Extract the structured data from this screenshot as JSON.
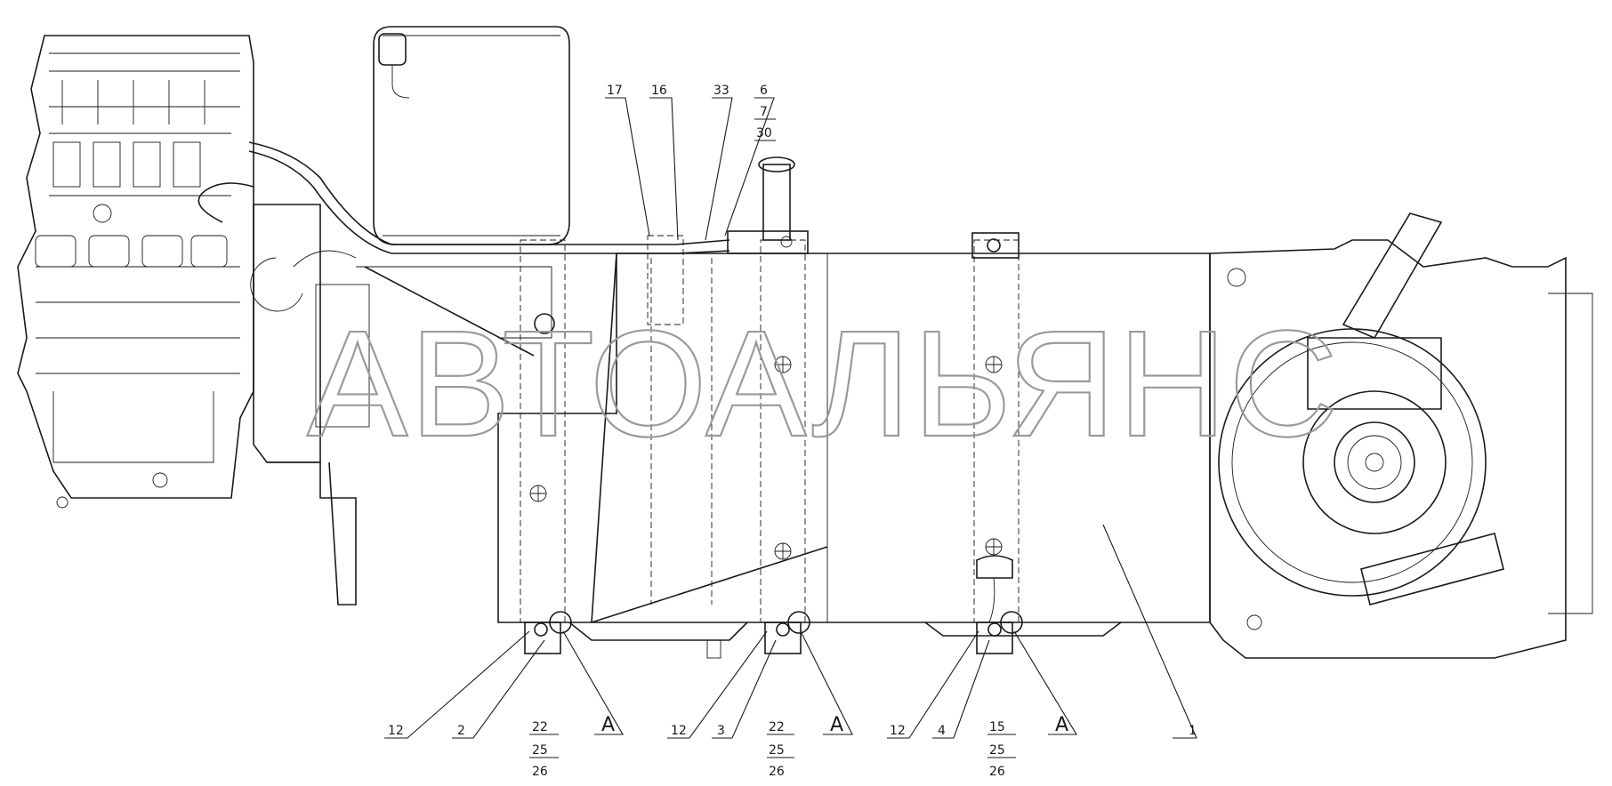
{
  "watermark": "АВТОАЛЬЯНС",
  "callouts": {
    "c17": "17",
    "c16": "16",
    "c33": "33",
    "c6": "6",
    "c7": "7",
    "c30": "30",
    "c12a": "12",
    "c2": "2",
    "c22a": "22",
    "c25a": "25",
    "c26a": "26",
    "cAa": "A",
    "c12b": "12",
    "c3": "3",
    "c22b": "22",
    "c25b": "25",
    "c26b": "26",
    "cAb": "A",
    "c12c": "12",
    "c4": "4",
    "c15": "15",
    "c25c": "25",
    "c26c": "26",
    "cAc": "A",
    "c1": "1"
  }
}
